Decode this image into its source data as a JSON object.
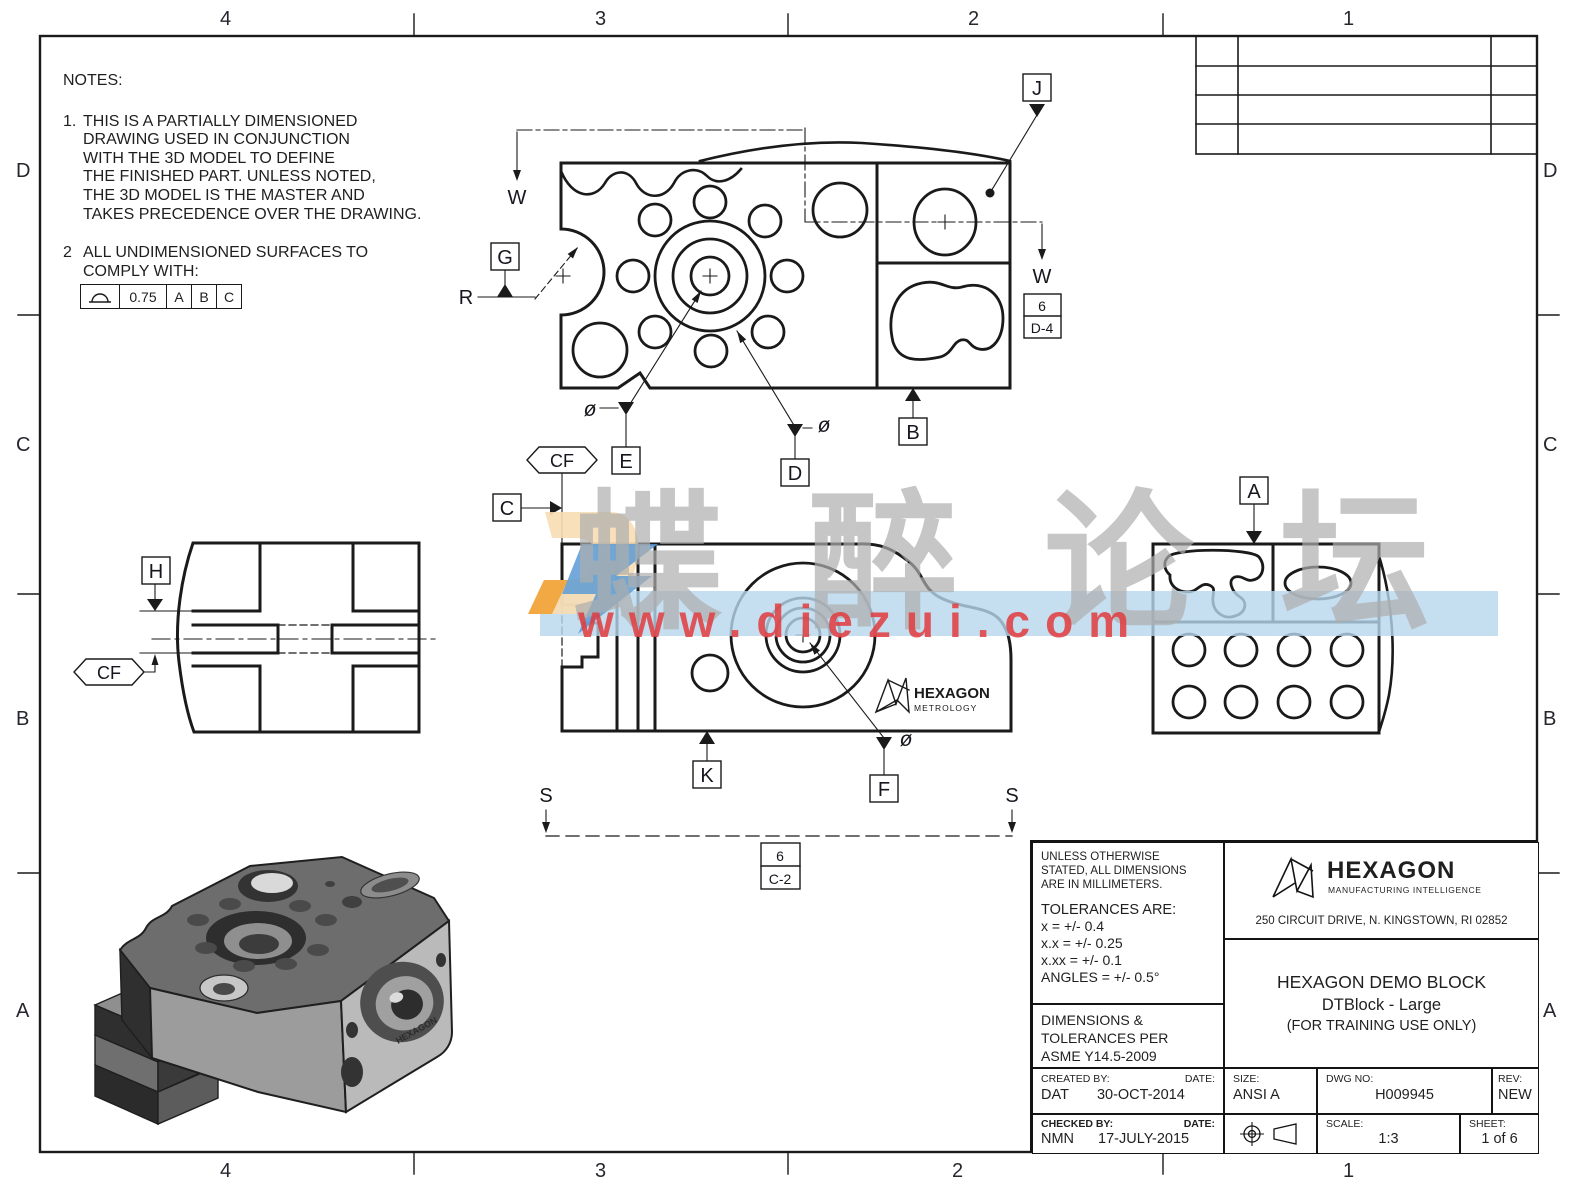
{
  "border": {
    "top_zones": [
      "4",
      "3",
      "2",
      "1"
    ],
    "bottom_zones": [
      "4",
      "3",
      "2",
      "1"
    ],
    "left_zones": [
      "D",
      "C",
      "B",
      "A"
    ],
    "right_zones": [
      "D",
      "C",
      "B",
      "A"
    ]
  },
  "notes": {
    "title": "NOTES:",
    "note1_no": "1.",
    "note1_lines": [
      "THIS IS A PARTIALLY DIMENSIONED",
      "DRAWING USED IN CONJUNCTION",
      "WITH THE 3D MODEL TO DEFINE",
      "THE FINISHED PART.  UNLESS NOTED,",
      "THE 3D MODEL IS THE MASTER AND",
      "TAKES PRECEDENCE OVER THE DRAWING."
    ],
    "note2_no": "2",
    "note2_lines": [
      "ALL UNDIMENSIONED SURFACES TO",
      "COMPLY WITH:"
    ],
    "surface_finish": {
      "value": "0.75",
      "datum_a": "A",
      "datum_b": "B",
      "datum_c": "C"
    }
  },
  "callouts": {
    "a": "A",
    "b": "B",
    "c": "C",
    "d": "D",
    "e": "E",
    "f": "F",
    "g": "G",
    "h": "H",
    "j": "J",
    "k": "K",
    "cf": "CF",
    "w": "W",
    "r": "R",
    "s": "S",
    "dia": "ø",
    "zone_d4_num": "6",
    "zone_d4_ref": "D-4",
    "zone_c2_num": "6",
    "zone_c2_ref": "C-2"
  },
  "part_logo": {
    "name": "HEXAGON",
    "sub": "METROLOGY"
  },
  "title_block": {
    "units_note": "UNLESS OTHERWISE STATED, ALL DIMENSIONS ARE IN MILLIMETERS.",
    "tol_title": "TOLERANCES ARE:",
    "tol_lines": [
      "x = +/- 0.4",
      "x.x = +/- 0.25",
      "x.xx = +/- 0.1",
      "ANGLES = +/- 0.5°"
    ],
    "standard": "DIMENSIONS & TOLERANCES PER ASME Y14.5-2009",
    "created_label": "CREATED BY:",
    "created_date_label": "DATE:",
    "created_by": "DAT",
    "created_date": "30-OCT-2014",
    "checked_label": "CHECKED BY:",
    "checked_date_label": "DATE:",
    "checked_by": "NMN",
    "checked_date": "17-JULY-2015",
    "company": "HEXAGON",
    "company_sub": "MANUFACTURING INTELLIGENCE",
    "address": "250 CIRCUIT DRIVE, N. KINGSTOWN, RI  02852",
    "title_line1": "HEXAGON DEMO BLOCK",
    "title_line2": "DTBlock - Large",
    "title_line3": "(FOR TRAINING USE ONLY)",
    "size_label": "SIZE:",
    "size": "ANSI A",
    "dwg_label": "DWG NO:",
    "dwg_no": "H009945",
    "rev_label": "REV:",
    "rev": "NEW",
    "scale_label": "SCALE:",
    "scale": "1:3",
    "sheet_label": "SHEET:",
    "sheet": "1 of 6"
  },
  "watermark": {
    "cn_text": "蝶醉论坛",
    "url": "www.diezui.com"
  }
}
